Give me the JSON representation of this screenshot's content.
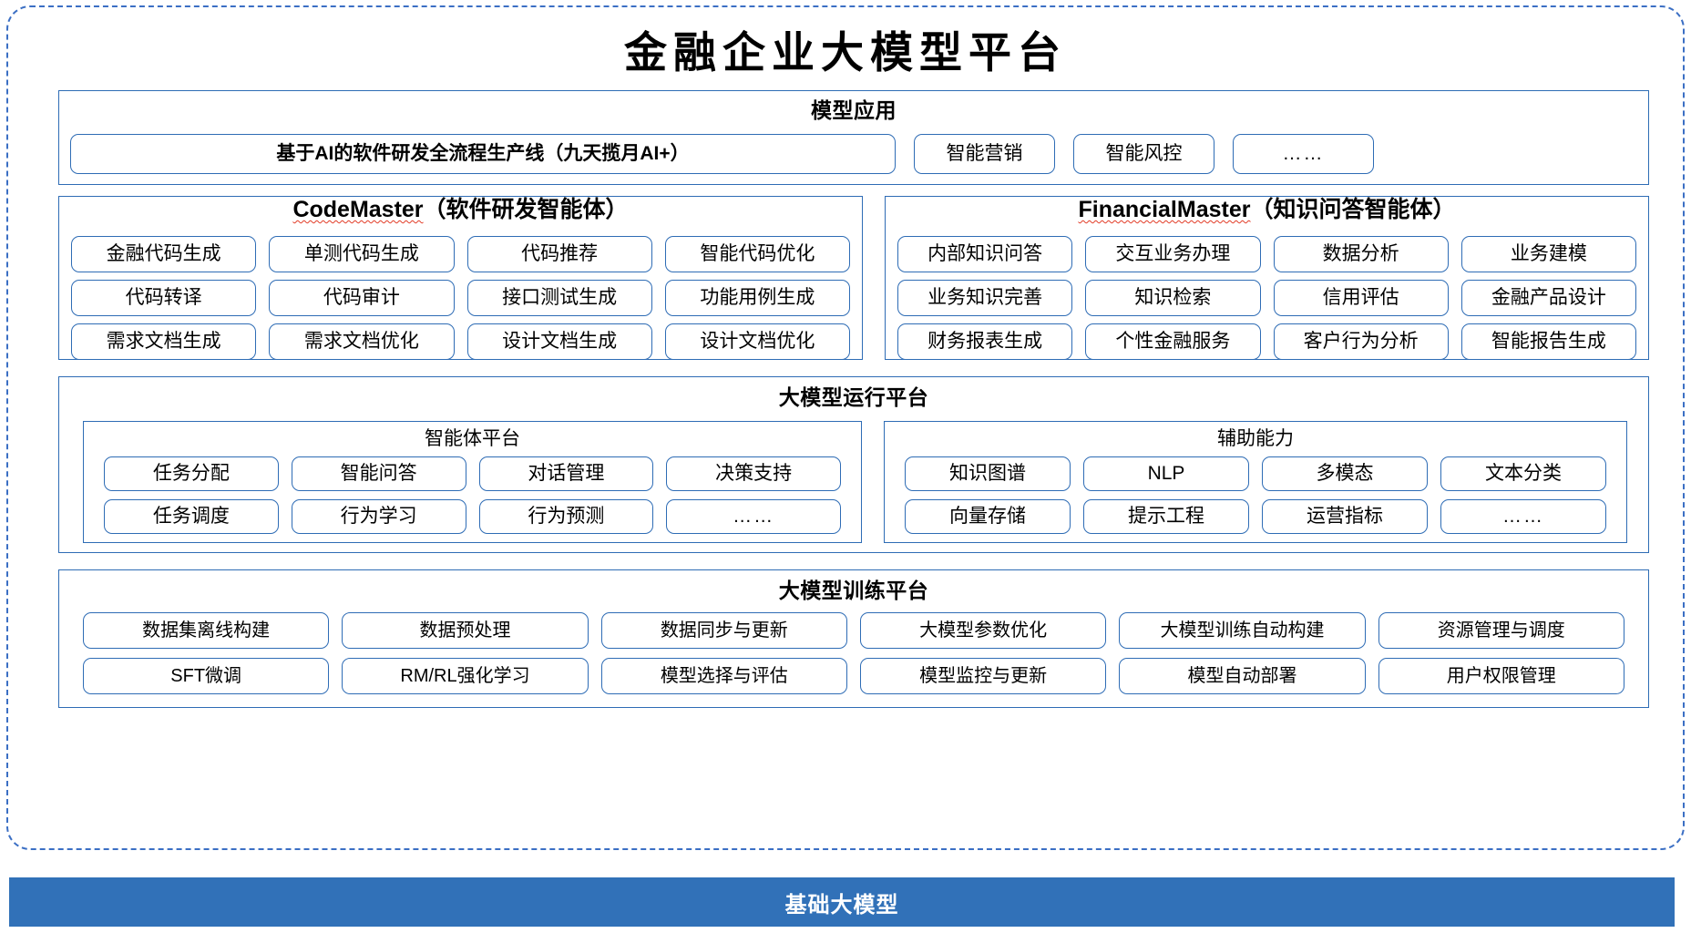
{
  "title": "金融企业大模型平台",
  "colors": {
    "border_blue": "#2e6cb5",
    "dashed_blue": "#3b6fc4",
    "base_bar_blue": "#3171b8",
    "spellcheck_red": "#e23b26",
    "text_black": "#000000",
    "background": "#ffffff"
  },
  "model_application": {
    "title": "模型应用",
    "main_item": "基于AI的软件研发全流程生产线（九天揽月AI+）",
    "items": [
      "智能营销",
      "智能风控",
      "……"
    ]
  },
  "agents": [
    {
      "name": "CodeMaster",
      "subtitle": "（软件研发智能体）",
      "misspelled": true,
      "rows": [
        [
          "金融代码生成",
          "单测代码生成",
          "代码推荐",
          "智能代码优化"
        ],
        [
          "代码转译",
          "代码审计",
          "接口测试生成",
          "功能用例生成"
        ],
        [
          "需求文档生成",
          "需求文档优化",
          "设计文档生成",
          "设计文档优化"
        ]
      ]
    },
    {
      "name": "FinancialMaster",
      "subtitle": "（知识问答智能体）",
      "misspelled": true,
      "rows": [
        [
          "内部知识问答",
          "交互业务办理",
          "数据分析",
          "业务建模"
        ],
        [
          "业务知识完善",
          "知识检索",
          "信用评估",
          "金融产品设计"
        ],
        [
          "财务报表生成",
          "个性金融服务",
          "客户行为分析",
          "智能报告生成"
        ]
      ]
    }
  ],
  "runtime_platform": {
    "title": "大模型运行平台",
    "sub_panels": [
      {
        "title": "智能体平台",
        "rows": [
          [
            "任务分配",
            "智能问答",
            "对话管理",
            "决策支持"
          ],
          [
            "任务调度",
            "行为学习",
            "行为预测",
            "……"
          ]
        ]
      },
      {
        "title": "辅助能力",
        "rows": [
          [
            "知识图谱",
            "NLP",
            "多模态",
            "文本分类"
          ],
          [
            "向量存储",
            "提示工程",
            "运营指标",
            "……"
          ]
        ]
      }
    ]
  },
  "training_platform": {
    "title": "大模型训练平台",
    "rows": [
      [
        "数据集离线构建",
        "数据预处理",
        "数据同步与更新",
        "大模型参数优化",
        "大模型训练自动构建",
        "资源管理与调度"
      ],
      [
        "SFT微调",
        "RM/RL强化学习",
        "模型选择与评估",
        "模型监控与更新",
        "模型自动部署",
        "用户权限管理"
      ]
    ]
  },
  "base_model_bar": {
    "label": "基础大模型"
  }
}
